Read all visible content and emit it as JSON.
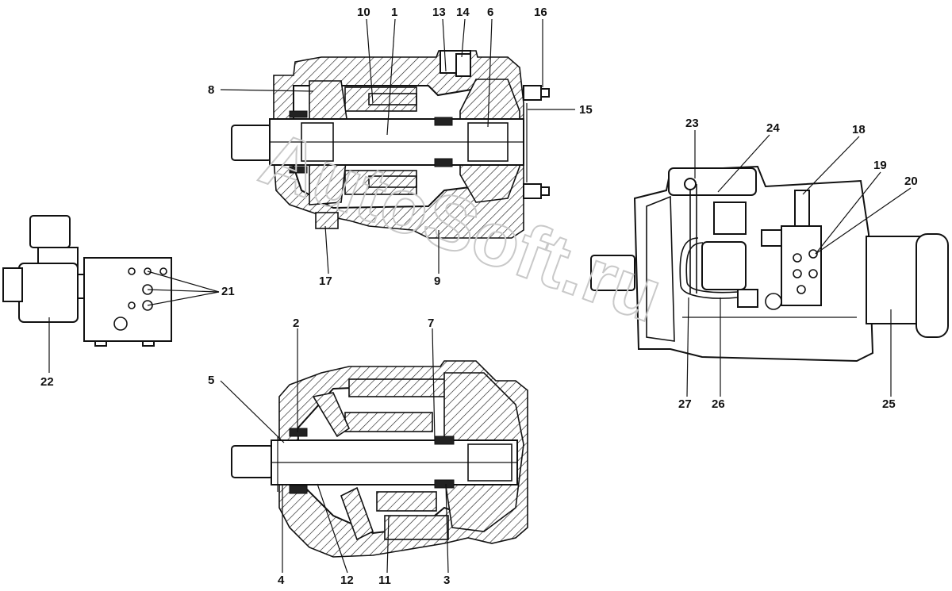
{
  "watermark": "AutoSoft.ru",
  "callouts": {
    "c1": "1",
    "c2": "2",
    "c3": "3",
    "c4": "4",
    "c5": "5",
    "c6": "6",
    "c7": "7",
    "c8": "8",
    "c9": "9",
    "c10": "10",
    "c11": "11",
    "c12": "12",
    "c13": "13",
    "c14": "14",
    "c15": "15",
    "c16": "16",
    "c17": "17",
    "c18": "18",
    "c19": "19",
    "c20": "20",
    "c21": "21",
    "c22": "22",
    "c23": "23",
    "c24": "24",
    "c25": "25",
    "c26": "26",
    "c27": "27"
  }
}
